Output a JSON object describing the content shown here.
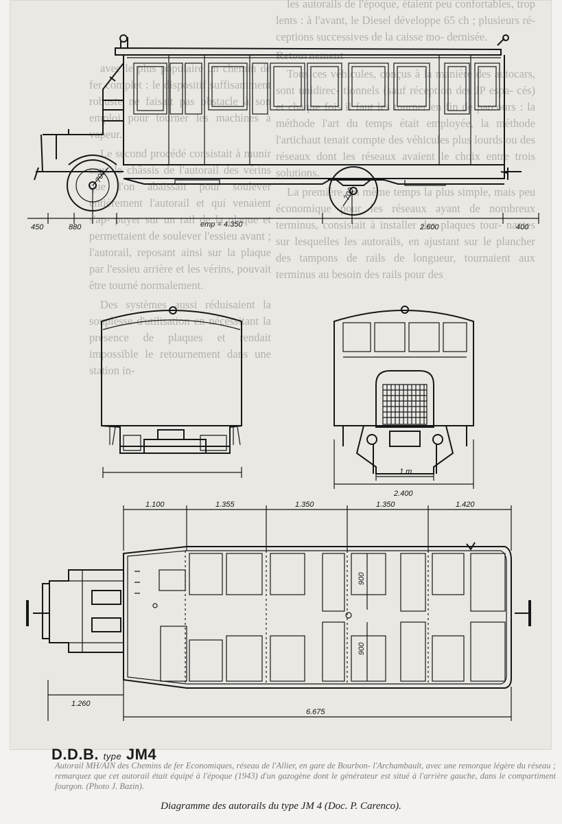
{
  "background_text": {
    "right_column": [
      "les autorails de l'époque, étaient peu confortables, trop lents : à l'avant, le Diesel développe 65 ch ; plusieurs ré- ceptions successives de la caisse mo- dernisée.",
      "Retournement",
      "Tous ces véhicules, conçus à la manière des autocars, sont unidirec- tionnels (sauf réception des JP espa- cés) et chaque fois il faut les tourner en fin de parcours : la méthode l'art du temps était employée, la méthode l'artichaut tenait compte des véhicules plus lourds ou des réseaux dont les réseaux avaient le choix entre trois solutions.",
      "La première, en même temps la plus simple, mais peu économique pour les réseaux ayant de nombreux terminus, consistait à installer des plaques tour- nantes sur lesquelles les autorails, en ajustant sur le plancher des tampons de rails de longueur, tournaient aux terminus au besoin des rails pour des"
    ],
    "left_column": [
      "avec le plus populaire un chemin de fer complet : le dispositif suffisamment robuste ne faisait pas obstacle à son emploi pour tourner les machines à vapeur.",
      "Le second procédé consistait à munir sous le châssis de l'autorail des vérins que l'on abaissait pour soulever entièrement l'autorail et qui venaient s'ap- puyer sur un rail de la plaque et permettaient de soulever l'essieu avant ; l'autorail, reposant ainsi sur la plaque par l'essieu arrière et les vérins, pouvait être tourné normalement.",
      "Des systèmes aussi réduisaient la souplesse d'utilisation en nécessitant la présence de plaques et rendait impossible le retournement dans une station in-"
    ]
  },
  "dimensions": {
    "side": {
      "front_overhang": "450",
      "front_axle": "880",
      "wheelbase": "emp = 4.350",
      "rear": "2.600",
      "rear_overhang": "400",
      "wheel_front": "700",
      "wheel_rear": "700"
    },
    "end": {
      "track": "1 m",
      "width": "2.400"
    },
    "plan": {
      "top": [
        "1.100",
        "1.355",
        "1.350",
        "1.350",
        "1.420"
      ],
      "aisle_upper": "900",
      "aisle_lower": "900",
      "hood": "1.260",
      "total_length": "6.675"
    }
  },
  "drawing_label": {
    "prefix": "D.D.B.",
    "type_word": "type",
    "model": "JM4"
  },
  "photo_caption": "Autorail MH/AIN des Chemins de fer Economiques, réseau de l'Allier, en gare de Bourbon- l'Archambault, avec une remorque légère du réseau ; remarquez que cet autorail était équipé à l'époque (1943) d'un gazogène dont le générateur est situé à l'arrière gauche, dans le compartiment fourgon. (Photo J. Bazin).",
  "caption": "Diagramme des autorails du type JM 4 (Doc. P. Carenco).",
  "colors": {
    "paper": "#e9e8e3",
    "ink": "#161616",
    "page": "#f3f2ee"
  }
}
